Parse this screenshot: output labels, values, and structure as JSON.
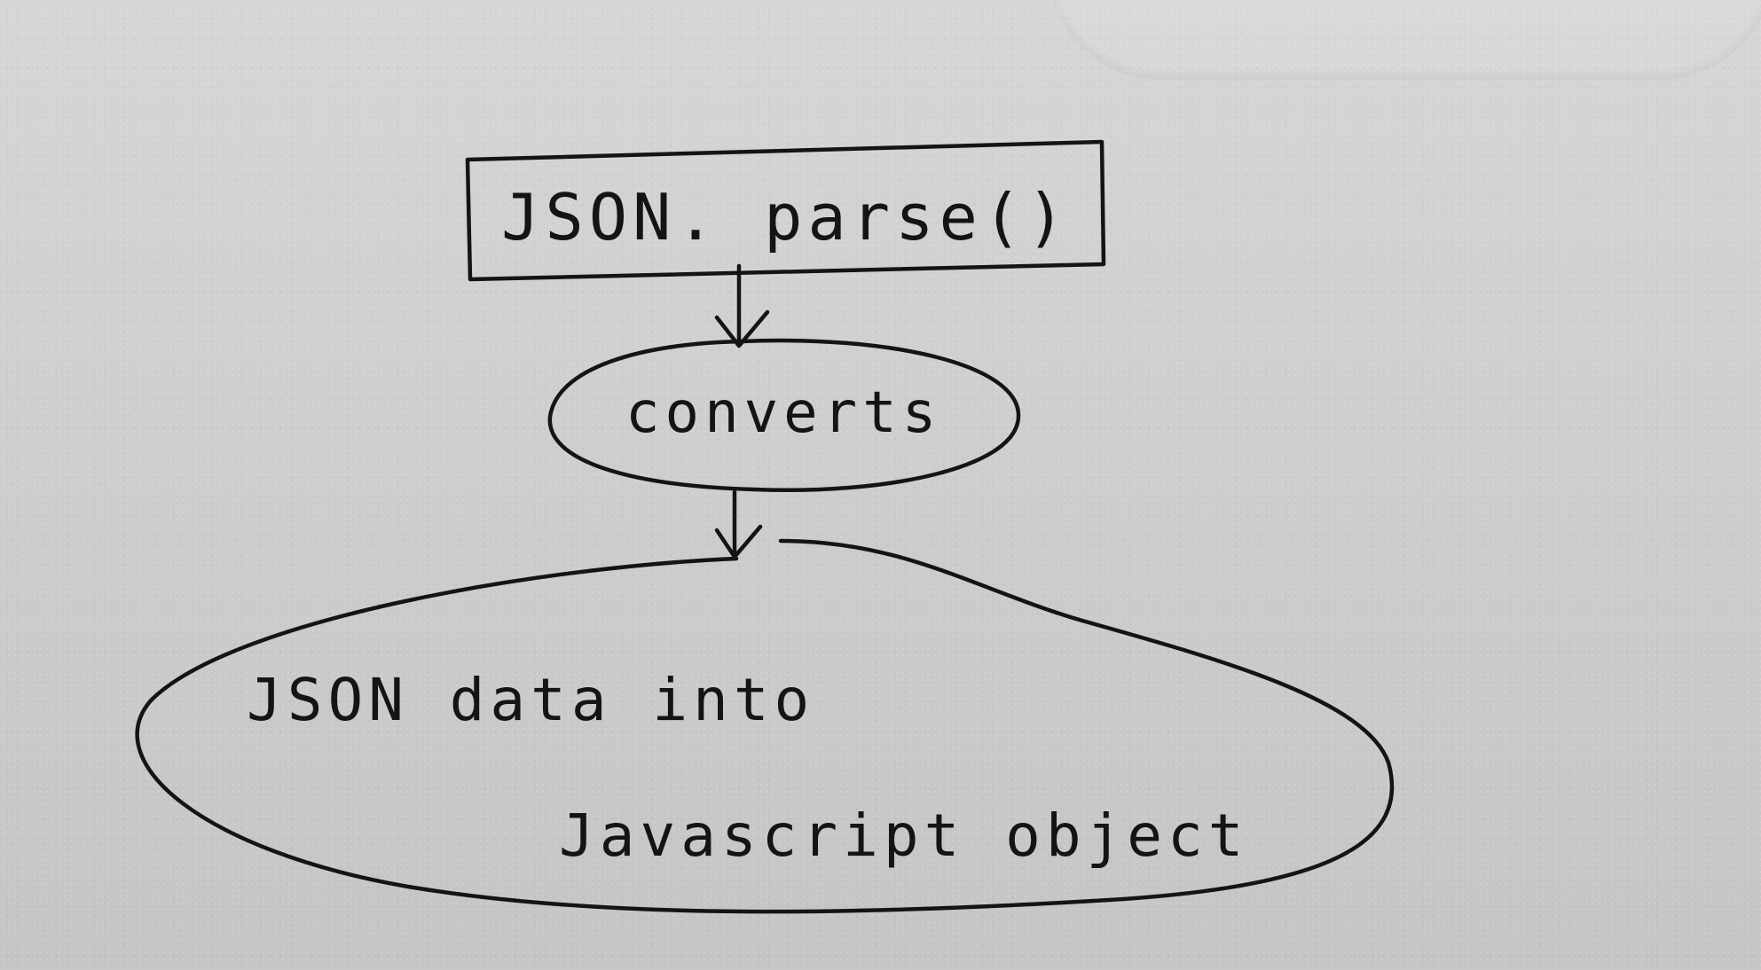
{
  "diagram": {
    "nodes": [
      {
        "id": "box",
        "shape": "rectangle",
        "label": "JSON. parse()"
      },
      {
        "id": "middle",
        "shape": "ellipse",
        "label": "converts"
      },
      {
        "id": "bottom",
        "shape": "ellipse",
        "lines": [
          "JSON  data  into",
          "Javascript  object"
        ]
      }
    ],
    "edges": [
      {
        "from": "box",
        "to": "middle"
      },
      {
        "from": "middle",
        "to": "bottom"
      }
    ],
    "ink_color": "#141414",
    "paper_color": "#cfcfcf"
  }
}
